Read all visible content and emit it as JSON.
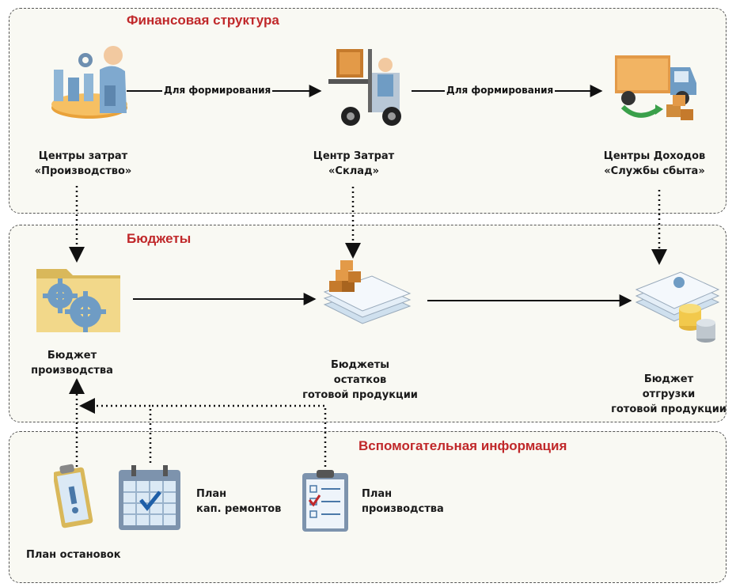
{
  "sections": {
    "finance": {
      "title": "Финансовая структура"
    },
    "budgets": {
      "title": "Бюджеты"
    },
    "aux": {
      "title": "Вспомогательная информация"
    }
  },
  "nodes": {
    "production_center": {
      "line1": "Центры затрат",
      "line2": "«Производство»",
      "icon": "factory-worker-icon"
    },
    "warehouse_center": {
      "line1": "Центр Затрат",
      "line2": "«Склад»",
      "icon": "forklift-icon"
    },
    "sales_center": {
      "line1": "Центры Доходов",
      "line2": "«Службы сбыта»",
      "icon": "delivery-truck-icon"
    },
    "production_budget": {
      "line1": "Бюджет",
      "line2": "производства",
      "icon": "gear-folder-icon"
    },
    "stock_budget": {
      "line1": "Бюджеты",
      "line2": "остатков",
      "line3": "готовой продукции",
      "icon": "boxes-documents-icon"
    },
    "shipment_budget": {
      "line1": "Бюджет",
      "line2": "отгрузки",
      "line3": "готовой продукции",
      "icon": "coins-documents-icon"
    },
    "stop_plan": {
      "line1": "План остановок",
      "icon": "clipboard-alert-icon"
    },
    "repair_plan": {
      "line1": "План",
      "line2": "кап. ремонтов",
      "icon": "calendar-icon"
    },
    "production_plan": {
      "line1": "План",
      "line2": "производства",
      "icon": "checklist-icon"
    }
  },
  "edges": {
    "prod_to_warehouse": "Для формирования",
    "warehouse_to_sales": "Для формирования"
  },
  "colors": {
    "section_title": "#c0282a",
    "border": "#555555",
    "panel_bg": "#f9f9f3"
  }
}
